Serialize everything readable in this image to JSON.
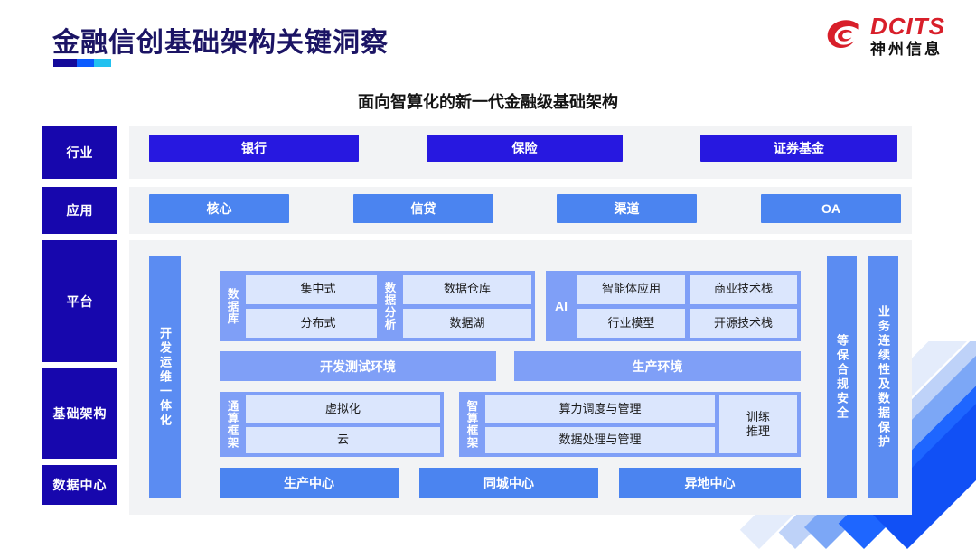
{
  "header": {
    "title": "金融信创基础架构关键洞察",
    "logo": {
      "mark": "dcits-swirl-icon",
      "en": "DCITS",
      "cn": "神州信息"
    }
  },
  "subtitle": "面向智算化的新一代金融级基础架构",
  "colors": {
    "label_navy": "#1707ad",
    "industry_blue": "#2718e0",
    "app_blue": "#4b84f0",
    "group_blue": "#7f9ff7",
    "cell_blue": "#dbe6fd",
    "band_gray": "#f2f3f5",
    "logo_red": "#d81f2a",
    "title_navy": "#1b1464"
  },
  "row_labels": [
    {
      "key": "industry",
      "label": "行业"
    },
    {
      "key": "application",
      "label": "应用"
    },
    {
      "key": "platform",
      "label": "平台"
    },
    {
      "key": "infrastructure",
      "label": "基础架构"
    },
    {
      "key": "datacenter",
      "label": "数据中心"
    }
  ],
  "industry": {
    "items": [
      "银行",
      "保险",
      "证券基金"
    ]
  },
  "application": {
    "items": [
      "核心",
      "信贷",
      "渠道",
      "OA"
    ]
  },
  "side_bars": {
    "left": "开发运维一体化",
    "right_inner": "等保合规安全",
    "right_outer": "业务连续性及数据保护"
  },
  "platform": {
    "database": {
      "title": "数据库",
      "cells": [
        "集中式",
        "分布式"
      ]
    },
    "analytics": {
      "title": "数据分析",
      "cells": [
        "数据仓库",
        "数据湖"
      ]
    },
    "ai": {
      "title": "AI",
      "cells": [
        [
          "智能体应用",
          "商业技术栈"
        ],
        [
          "行业模型",
          "开源技术栈"
        ]
      ]
    },
    "environments": [
      "开发测试环境",
      "生产环境"
    ]
  },
  "infrastructure": {
    "general_compute": {
      "title": "通算框架",
      "cells": [
        "虚拟化",
        "云"
      ]
    },
    "intelligent_compute": {
      "title": "智算框架",
      "cells": [
        "算力调度与管理",
        "数据处理与管理"
      ],
      "side_cell": "训练\n推理"
    }
  },
  "datacenter": {
    "items": [
      "生产中心",
      "同城中心",
      "异地中心"
    ]
  }
}
